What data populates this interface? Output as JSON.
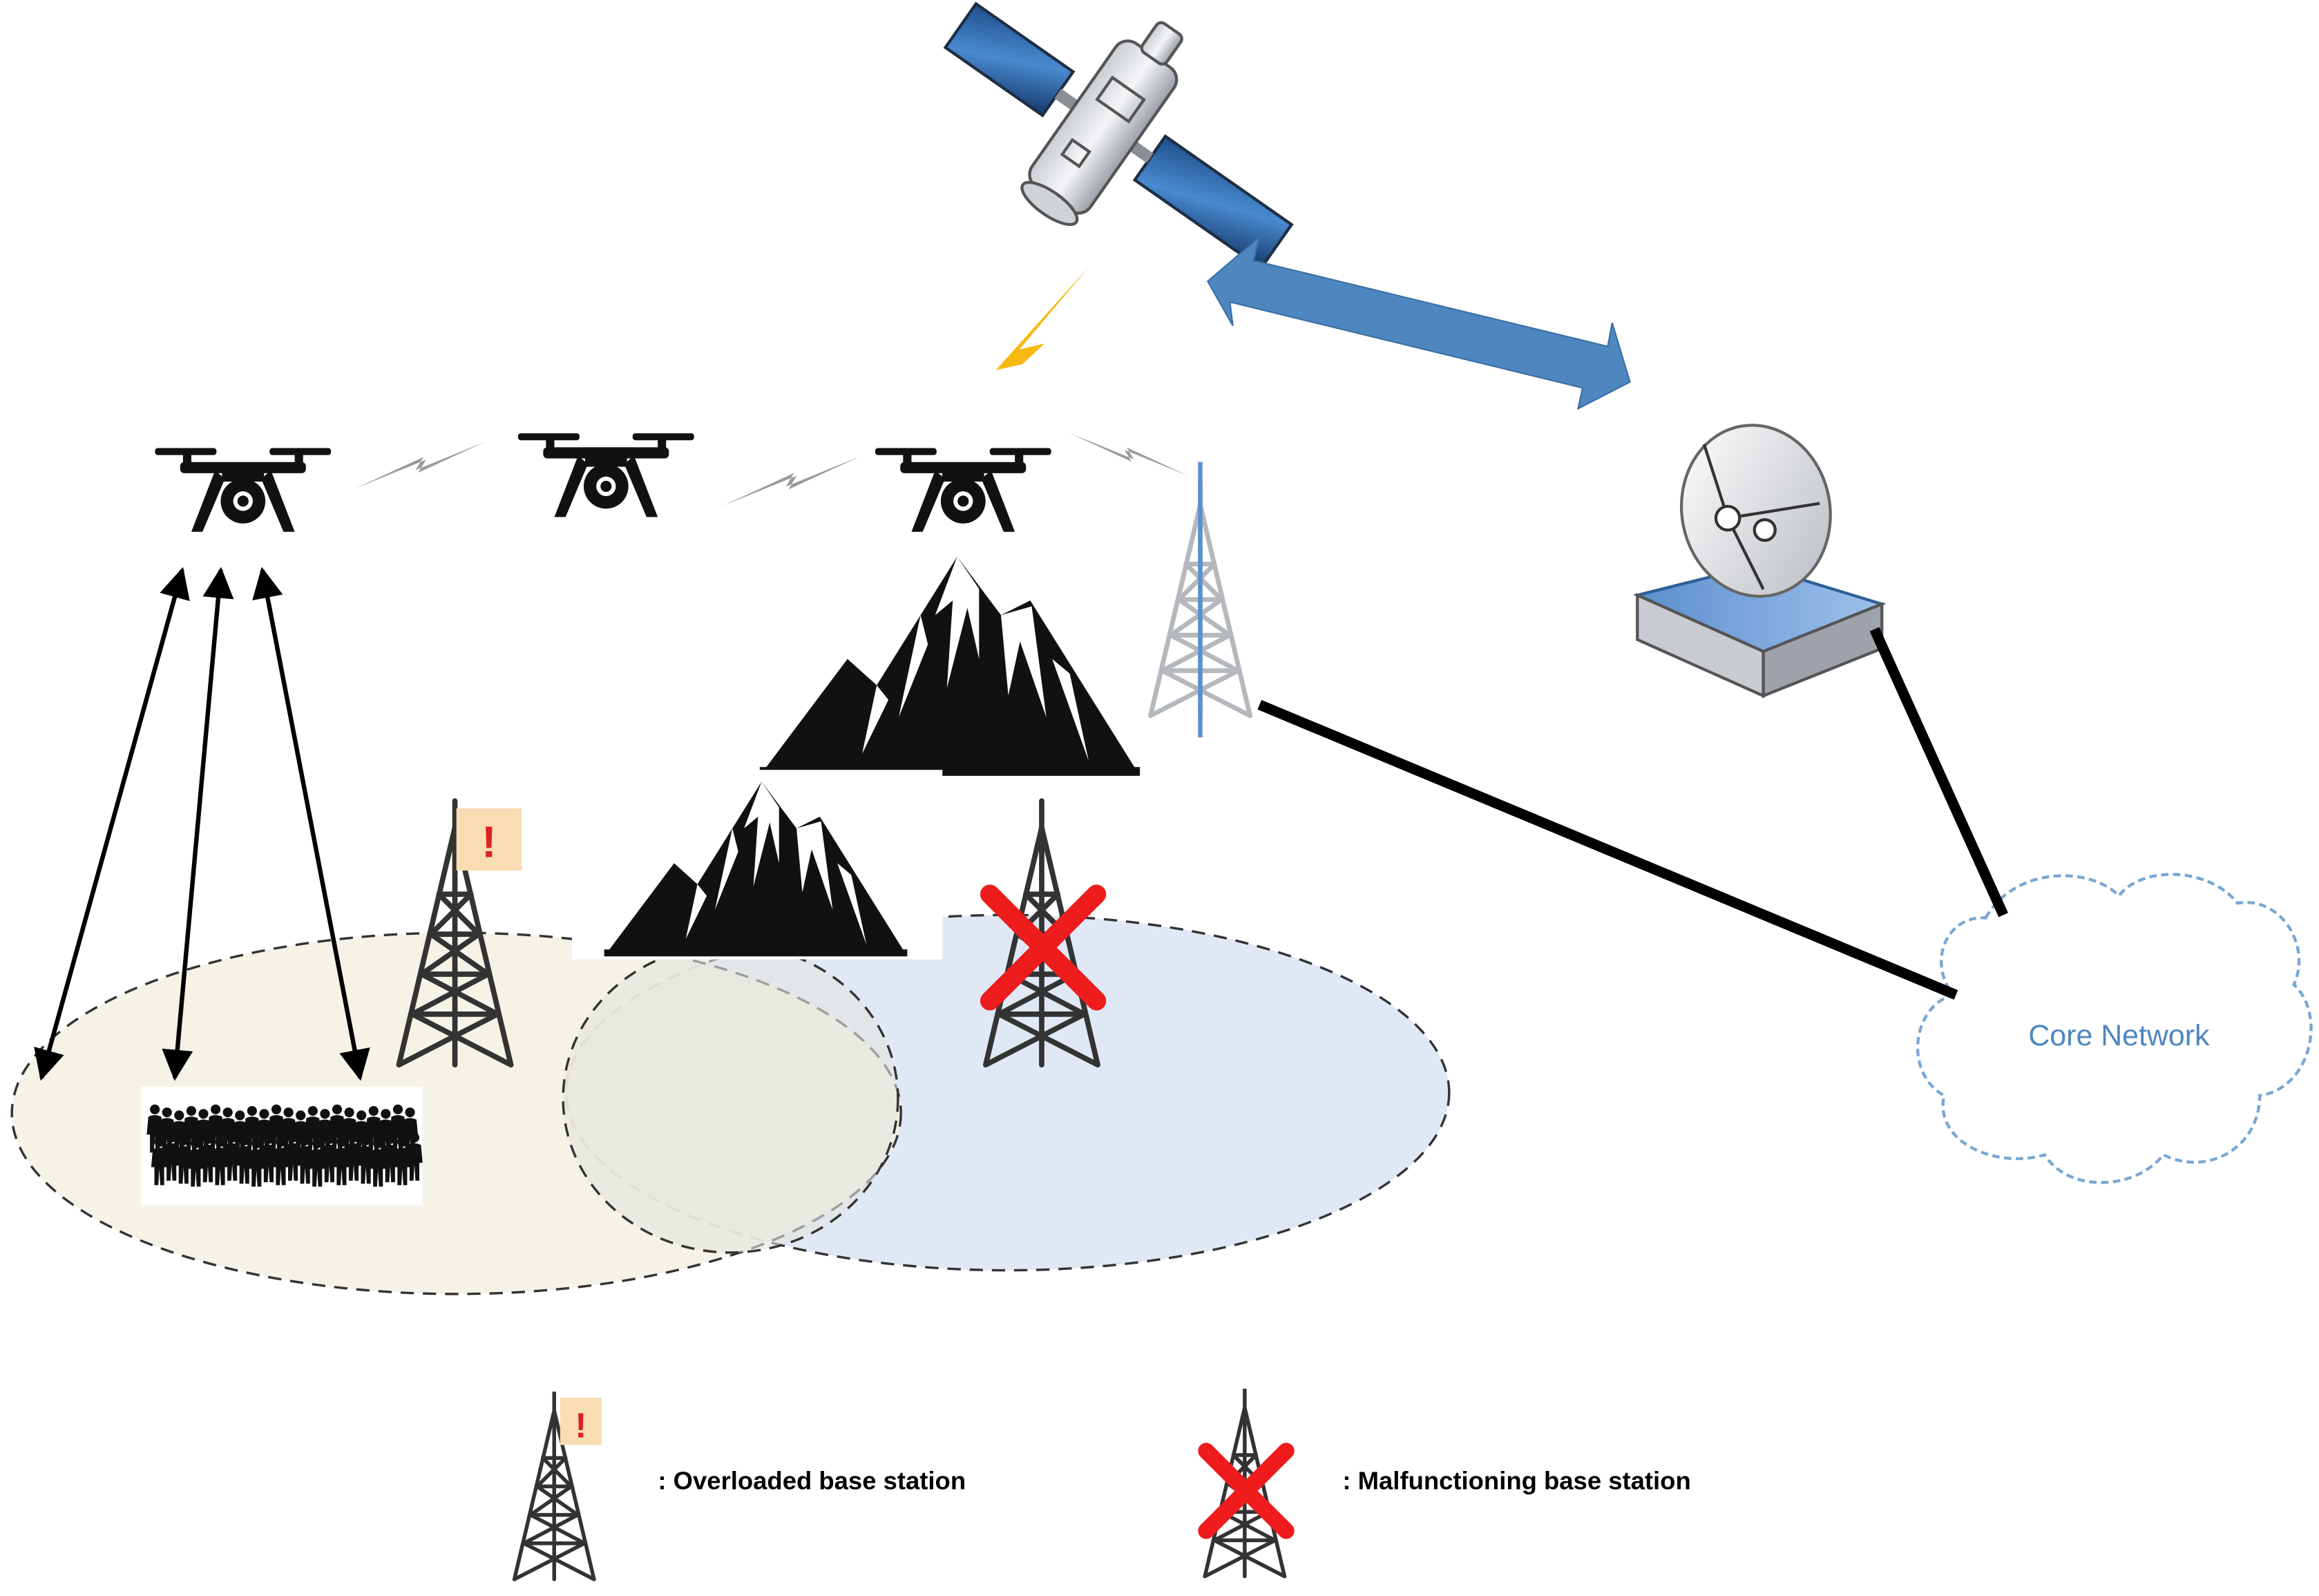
{
  "core_network": {
    "label": "Core Network"
  },
  "legend": {
    "overloaded": {
      "symbol": "!",
      "label": ": Overloaded base station"
    },
    "malfunctioning": {
      "label": ": Malfunctioning base station"
    }
  },
  "overload_marker": "!",
  "colors": {
    "coverage_left": "#f3f1e3",
    "coverage_right": "#dfe8f4",
    "link_arrow": "#4e86c0",
    "lightning": "#f7b90f",
    "cross": "#ee1c1c",
    "cloud_text": "#4e86c0",
    "warning_bg": "#f8dcb2"
  }
}
